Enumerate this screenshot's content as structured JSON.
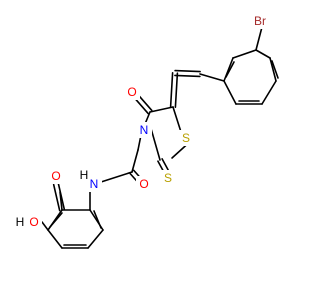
{
  "molecule": {
    "colors": {
      "bond": "#000000",
      "O": "#ff0000",
      "N": "#0000ff",
      "S": "#b8a000",
      "Br": "#a52a2a",
      "H": "#000000",
      "background": "#ffffff"
    },
    "atoms": {
      "br": "Br",
      "o_ketone": "O",
      "s_ring": "S",
      "n_ring": "N",
      "s_thione": "S",
      "o_amide": "O",
      "n_amide": "N",
      "h_amide": "H",
      "o_acid_carbonyl": "O",
      "o_acid_hydroxyl": "O",
      "h_acid": "H"
    }
  }
}
